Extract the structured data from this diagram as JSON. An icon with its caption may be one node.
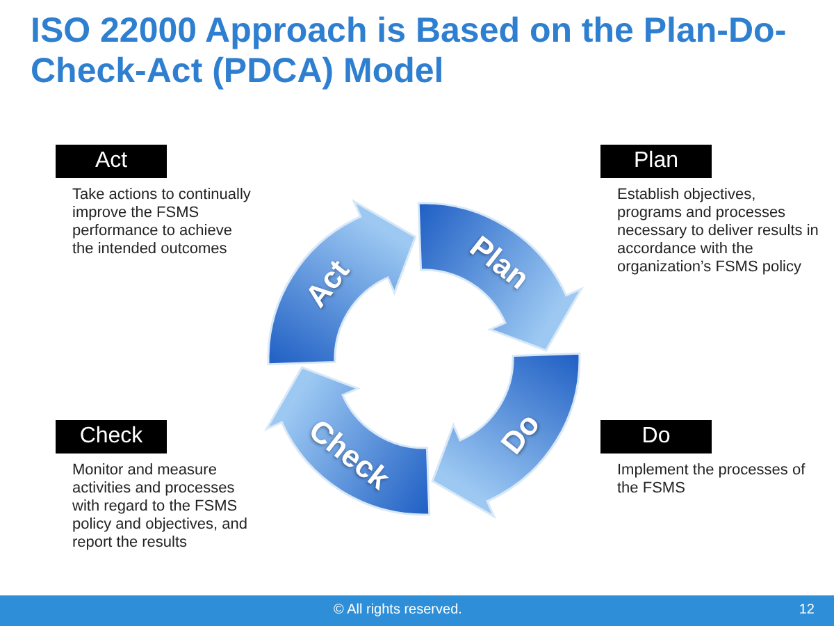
{
  "diagram": {
    "title": "ISO 22000 Approach is Based on the Plan-Do-Check-Act (PDCA) Model",
    "nodes": [
      {
        "text": [
          "Act",
          "Take actions to continually improve the FSMS performance to achieve the intended outcomes"
        ]
      },
      {
        "text": [
          "Plan",
          "Establish objectives, programs and processes necessary to deliver results in accordance with the organization’s FSMS policy"
        ]
      },
      {
        "text": [
          "Act"
        ]
      },
      {
        "text": [
          "Plan"
        ]
      },
      {
        "text": [
          "Check"
        ]
      },
      {
        "text": [
          "Do"
        ]
      },
      {
        "text": [
          "Check",
          "Monitor and measure activities and processes with regard to the FSMS policy and objectives, and report the results"
        ]
      },
      {
        "text": [
          "Do",
          "Implement the processes of the FSMS"
        ]
      }
    ],
    "labels": [
      "© All rights reserved.",
      "12"
    ]
  }
}
